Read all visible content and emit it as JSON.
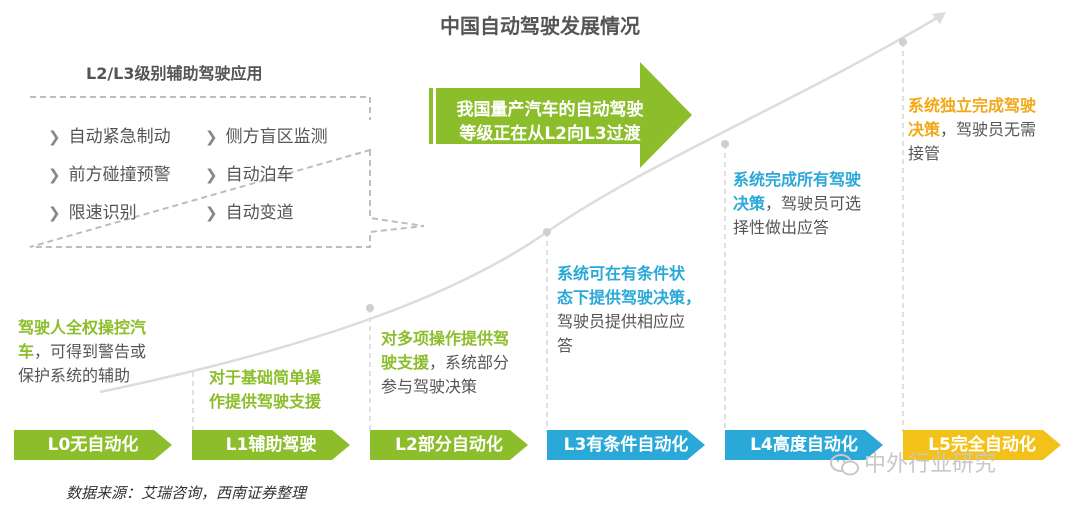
{
  "title": "中国自动驾驶发展情况",
  "adas_box": {
    "title": "L2/L3级别辅助驾驶应用",
    "col1": [
      "自动紧急制动",
      "前方碰撞预警",
      "限速识别"
    ],
    "col2": [
      "侧方盲区监测",
      "自动泊车",
      "自动变道"
    ]
  },
  "callout": {
    "line1": "我国量产汽车的自动驾驶",
    "line2": "等级正在从L2向L3过渡"
  },
  "levels": [
    {
      "label": "L0无自动化",
      "color": "#8cbd2a",
      "desc_bold": [
        "驾驶人全权操控汽",
        "车"
      ],
      "desc_rest": [
        "，可得到警告或",
        "保护系统的辅助"
      ]
    },
    {
      "label": "L1辅助驾驶",
      "color": "#8cbd2a",
      "desc_bold": [
        "对于基础简单操",
        "作提供驾驶支援"
      ],
      "desc_rest": []
    },
    {
      "label": "L2部分自动化",
      "color": "#8cbd2a",
      "desc_bold": [
        "对多项操作提供驾",
        "驶支援"
      ],
      "desc_rest": [
        "，系统部分",
        "参与驾驶决策"
      ]
    },
    {
      "label": "L3有条件自动化",
      "color": "#2aa8d8",
      "desc_bold": [
        "系统可在有条件状",
        "态下提供驾驶决策，"
      ],
      "desc_rest": [
        "驾驶员提供相应应",
        "答"
      ]
    },
    {
      "label": "L4高度自动化",
      "color": "#2aa8d8",
      "desc_bold": [
        "系统完成所有驾驶",
        "决策"
      ],
      "desc_rest": [
        "，驾驶员可选",
        "择性做出应答"
      ]
    },
    {
      "label": "L5完全自动化",
      "color": "#f2c21a",
      "desc_bold": [
        "系统独立完成驾驶",
        "决策"
      ],
      "desc_rest": [
        "，驾驶员无需",
        "接管"
      ]
    }
  ],
  "source": "数据来源：艾瑞咨询，西南证券整理",
  "watermark": "中外行业研究",
  "colors": {
    "green": "#8cbd2a",
    "blue": "#2aa8d8",
    "yellow": "#f2c21a",
    "curve": "#dcdcdc"
  }
}
